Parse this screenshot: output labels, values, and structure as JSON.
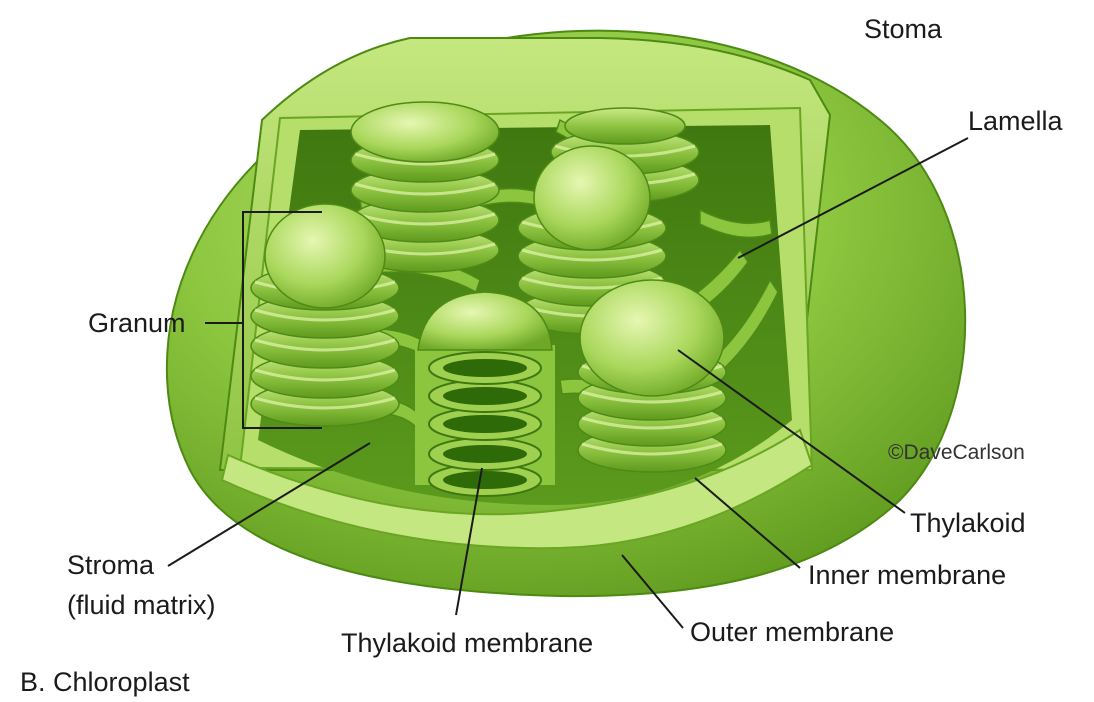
{
  "labels": {
    "stoma": "Stoma",
    "lamella": "Lamella",
    "granum": "Granum",
    "thylakoid": "Thylakoid",
    "inner_membrane": "Inner membrane",
    "outer_membrane": "Outer membrane",
    "stroma_line1": "Stroma",
    "stroma_line2": "(fluid matrix)",
    "thylakoid_membrane": "Thylakoid membrane"
  },
  "credit": "©DaveCarlson",
  "caption": "B. Chloroplast",
  "colors": {
    "outer_shell": "#8cc63f",
    "outer_shell_dark": "#5f9a1e",
    "inner_wall": "#a6d35a",
    "cavity": "#4f8a16",
    "stack_light": "#d6ef98",
    "stack_mid": "#9ccf4d",
    "stack_dark": "#64a01f",
    "leader_line": "#1b1b1b"
  }
}
